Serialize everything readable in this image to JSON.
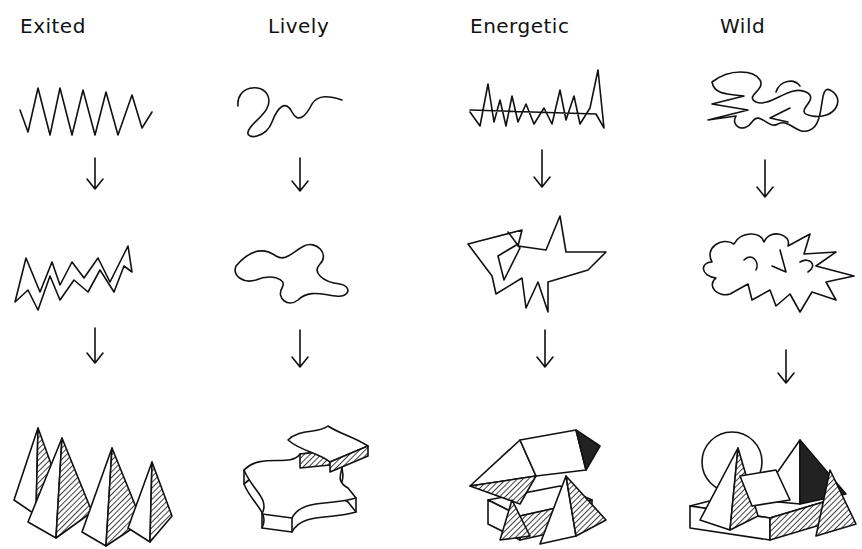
{
  "diagram": {
    "labels": [
      "Exited",
      "Lively",
      "Energetic",
      "Wild"
    ]
  }
}
